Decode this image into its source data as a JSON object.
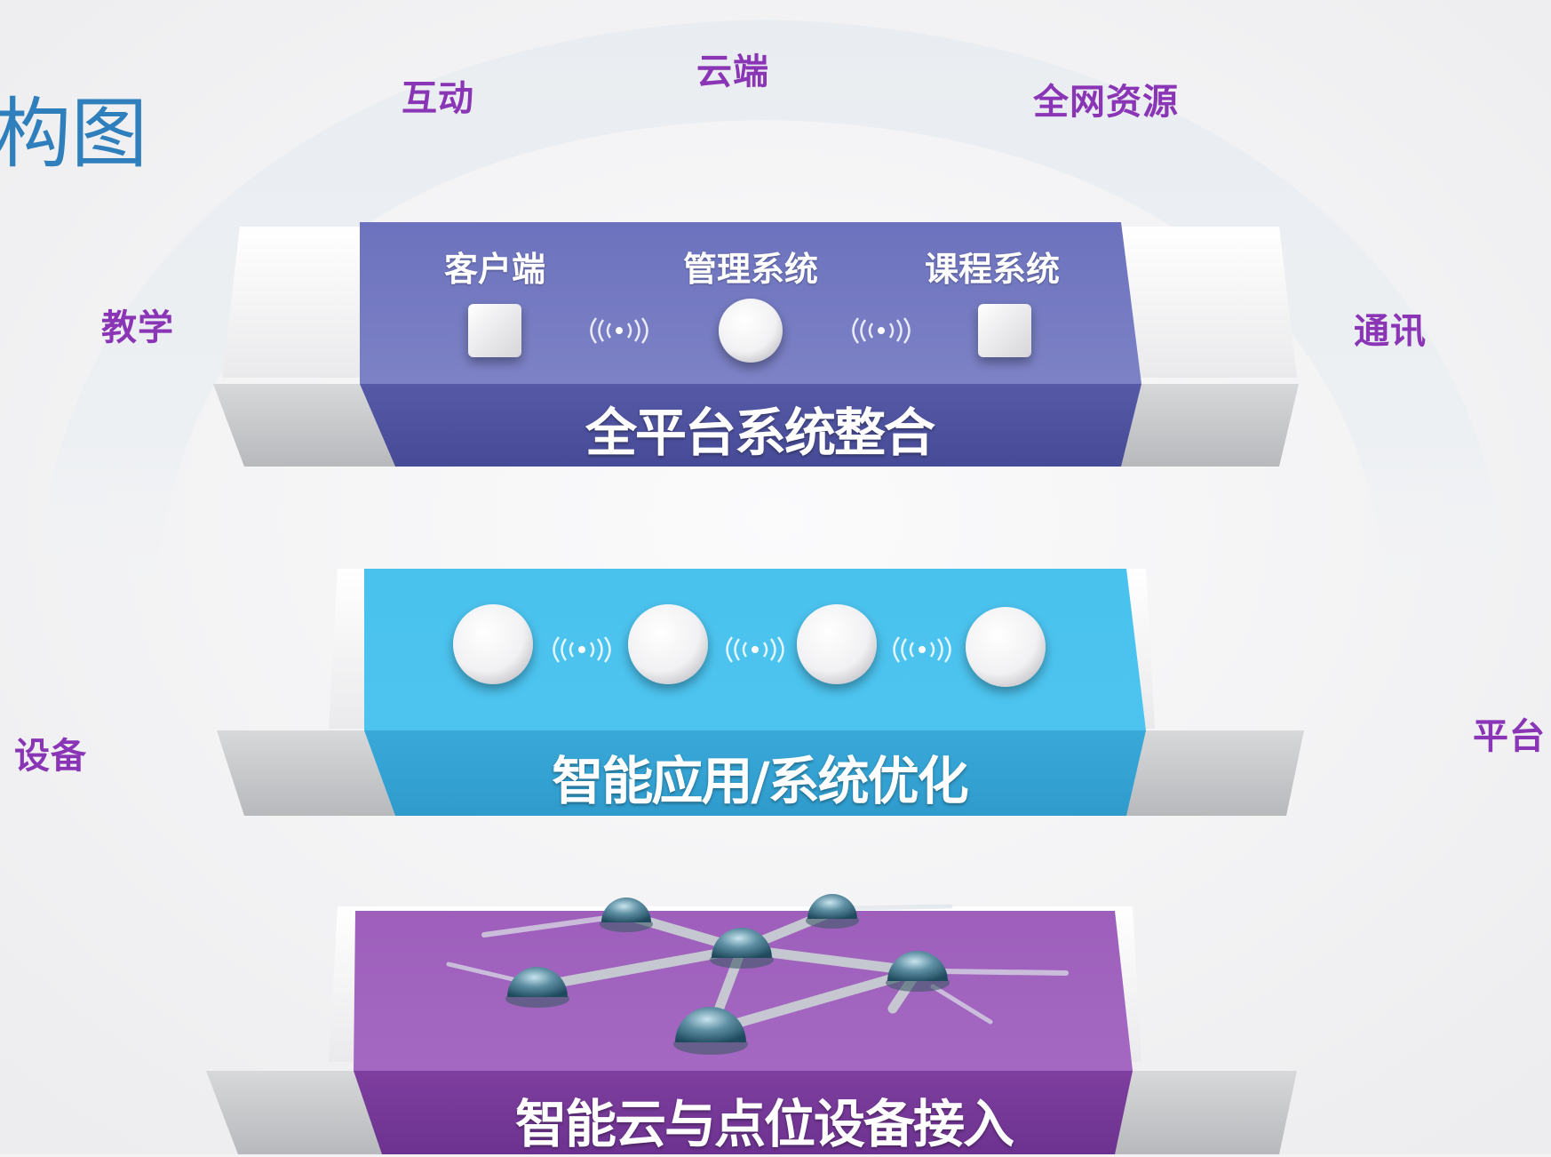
{
  "title": "构图",
  "ring_labels": {
    "interaction": "互动",
    "cloud": "云端",
    "network_resources": "全网资源",
    "teaching": "教学",
    "communication": "通讯",
    "devices": "设备",
    "platform": "平台"
  },
  "layers": [
    {
      "title": "全平台系统整合",
      "color": "#6a6fb8",
      "items": [
        "客户端",
        "管理系统",
        "课程系统"
      ]
    },
    {
      "title": "智能应用/系统优化",
      "color": "#47bde9"
    },
    {
      "title": "智能云与点位设备接入",
      "color": "#9a5cb5"
    }
  ],
  "icons": {
    "signal": "wireless-signal-icon",
    "square_node": "square-node-icon",
    "round_node": "round-node-icon",
    "network_node": "network-node-icon"
  }
}
